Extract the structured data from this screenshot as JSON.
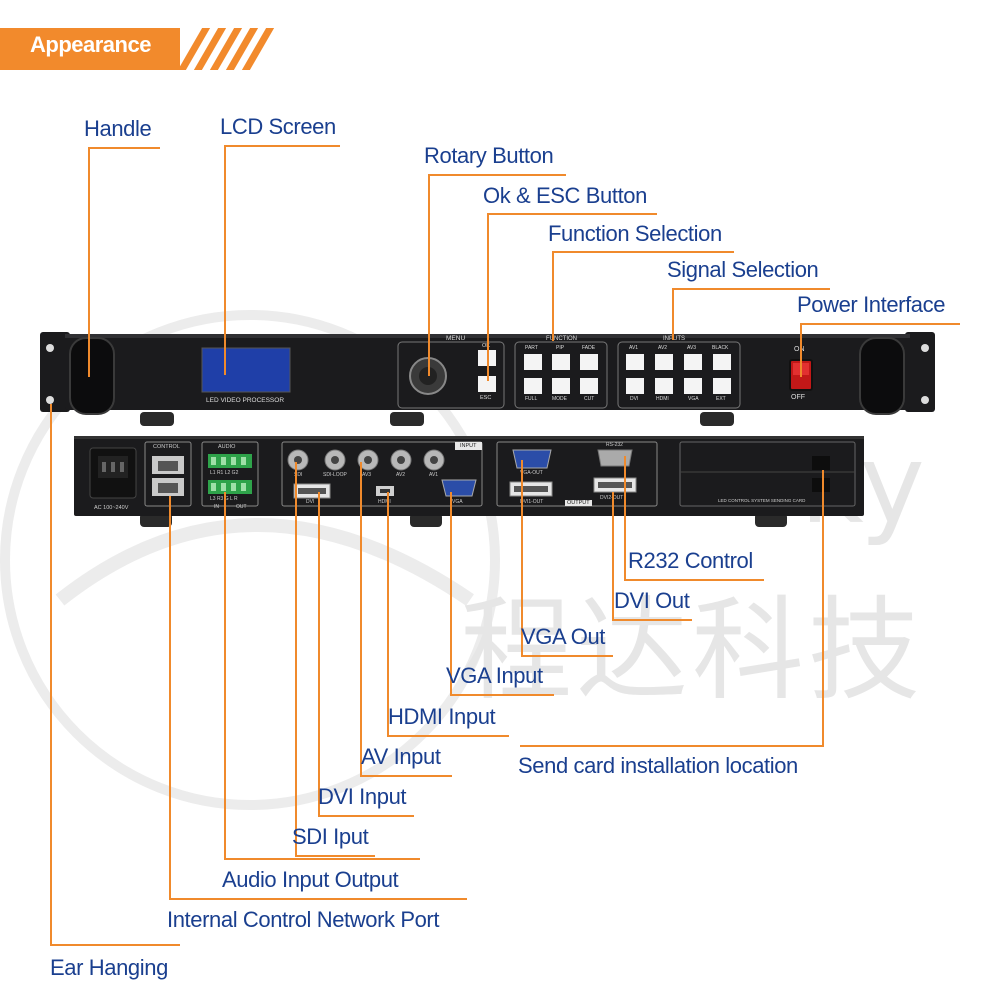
{
  "header": {
    "title": "Appearance"
  },
  "front_panel": {
    "lcd_text": "LED VIDEO PROCESSOR",
    "menu_label": "MENU",
    "ok_label": "OK",
    "esc_label": "ESC",
    "function_group_label": "FUNCTION",
    "function_buttons": [
      "PART",
      "PIP",
      "FADE",
      "FULL",
      "MODE",
      "CUT"
    ],
    "inputs_group_label": "INPUTS",
    "input_buttons": [
      "AV1",
      "AV2",
      "AV3",
      "BLACK",
      "DVI",
      "HDMI",
      "VGA",
      "EXT"
    ],
    "power_on": "ON",
    "power_off": "OFF"
  },
  "rear_panel": {
    "ac_label": "AC 100~240V",
    "control_label": "CONTROL",
    "audio_label": "AUDIO",
    "audio_top": "L1 R1 L2 G2",
    "audio_bottom": "L3 R3 G L R",
    "audio_in": "IN",
    "audio_out": "OUT",
    "input_label": "INPUT",
    "sdi": "SDI",
    "sdi_loop": "SDI-LOOP",
    "av3": "AV3",
    "av2": "AV2",
    "av1": "AV1",
    "dvi": "DVI",
    "hdmi": "HDMI",
    "vga": "VGA",
    "vga_out": "VGA-OUT",
    "dvi1_out": "DVI1-OUT",
    "dvi2_out": "DVI2-OUT",
    "output_label": "OUTPUT",
    "rs232": "RS-232",
    "card_label": "LED CONTROL SYSTEM SENDING CARD"
  },
  "labels": {
    "handle": "Handle",
    "lcd_screen": "LCD Screen",
    "rotary_button": "Rotary Button",
    "ok_esc_button": "Ok & ESC Button",
    "function_selection": "Function Selection",
    "signal_selection": "Signal Selection",
    "power_interface": "Power Interface",
    "r232_control": "R232 Control",
    "dvi_out": "DVI Out",
    "vga_out": "VGA Out",
    "vga_input": "VGA Input",
    "hdmi_input": "HDMI Input",
    "av_input": "AV Input",
    "dvi_input": "DVI Input",
    "sdi_iput": "SDI Iput",
    "audio_input_output": "Audio Input Output",
    "internal_control_network_port": "Internal Control Network Port",
    "ear_hanging": "Ear Hanging",
    "send_card_location": "Send card installation location"
  },
  "watermark": {
    "latin": "ky",
    "cjk": "程达科技"
  },
  "colors": {
    "accent": "#f08a2c",
    "label": "#1a3f8f",
    "device": "#1b1b1d",
    "lcd": "#1f3fa8"
  }
}
